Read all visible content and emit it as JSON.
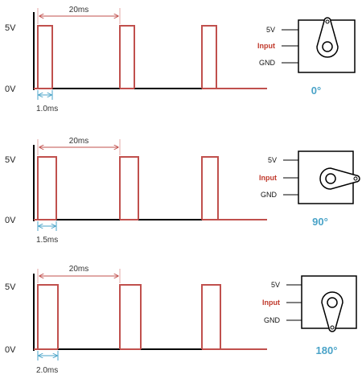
{
  "colors": {
    "signal": "#c0504d",
    "signal_light": "#e6a6a3",
    "axis": "#000000",
    "width_arrow": "#4aa3c8",
    "angle_text": "#4aa3c8",
    "input_text": "#c0392b"
  },
  "panels": [
    {
      "high_label": "5V",
      "low_label": "0V",
      "period_label": "20ms",
      "pulse_width_label": "1.0ms",
      "pulse_width_ms": 1.0,
      "pins": {
        "top": "5V",
        "mid": "Input",
        "bottom": "GND"
      },
      "angle_label": "0°",
      "horn_angle_deg": 0
    },
    {
      "high_label": "5V",
      "low_label": "0V",
      "period_label": "20ms",
      "pulse_width_label": "1.5ms",
      "pulse_width_ms": 1.5,
      "pins": {
        "top": "5V",
        "mid": "Input",
        "bottom": "GND"
      },
      "angle_label": "90°",
      "horn_angle_deg": 90
    },
    {
      "high_label": "5V",
      "low_label": "0V",
      "period_label": "20ms",
      "pulse_width_label": "2.0ms",
      "pulse_width_ms": 2.0,
      "pins": {
        "top": "5V",
        "mid": "Input",
        "bottom": "GND"
      },
      "angle_label": "180°",
      "horn_angle_deg": 180
    }
  ]
}
